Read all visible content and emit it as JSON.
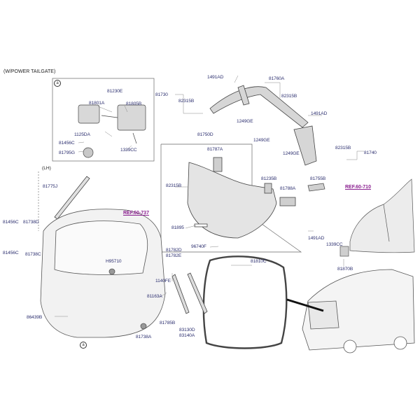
{
  "header": "(W/POWER TAILGATE)",
  "circle_a": "a",
  "inset_lh": "(LH)",
  "refs": {
    "ref1": "REF.60-737",
    "ref2": "REF.60-710"
  },
  "parts": {
    "p81230E": "81230E",
    "p81801A": "81801A",
    "p81805B": "81805B",
    "p1125DA": "1125DA",
    "p81456C_a": "81456C",
    "p81795G": "81795G",
    "p1339CC_a": "1339CC",
    "p81775J": "81775J",
    "p81456C_1": "81456C",
    "p81738D": "81738D",
    "p81456C_2": "81456C",
    "p81738C": "81738C",
    "pH95710": "H95710",
    "p86439B": "86439B",
    "p81163A": "81163A",
    "p81738A": "81738A",
    "p1491AD_1": "1491AD",
    "p81760A": "81760A",
    "p81730": "81730",
    "p82315B_1": "82315B",
    "p82315B_2": "82315B",
    "p1249GE_1": "1249GE",
    "p1491AD_2": "1491AD",
    "p81750D": "81750D",
    "p1249GE_2": "1249GE",
    "p1249GE_3": "1249GE",
    "p82315B_3": "82315B",
    "p81740": "81740",
    "p81787A": "81787A",
    "p82315B_4": "82315B",
    "p81235B": "81235B",
    "p81788A": "81788A",
    "p81755B": "81755B",
    "p81895": "81895",
    "p1491AD_3": "1491AD",
    "p96740F": "96740F",
    "p81782D": "81782D",
    "p81782E": "81782E",
    "p1140FE": "1140FE",
    "p81810C": "81810C",
    "p81785B": "81785B",
    "p83130D": "83130D",
    "p83140A": "83140A",
    "p1339CC_b": "1339CC",
    "p81870B": "81870B"
  }
}
